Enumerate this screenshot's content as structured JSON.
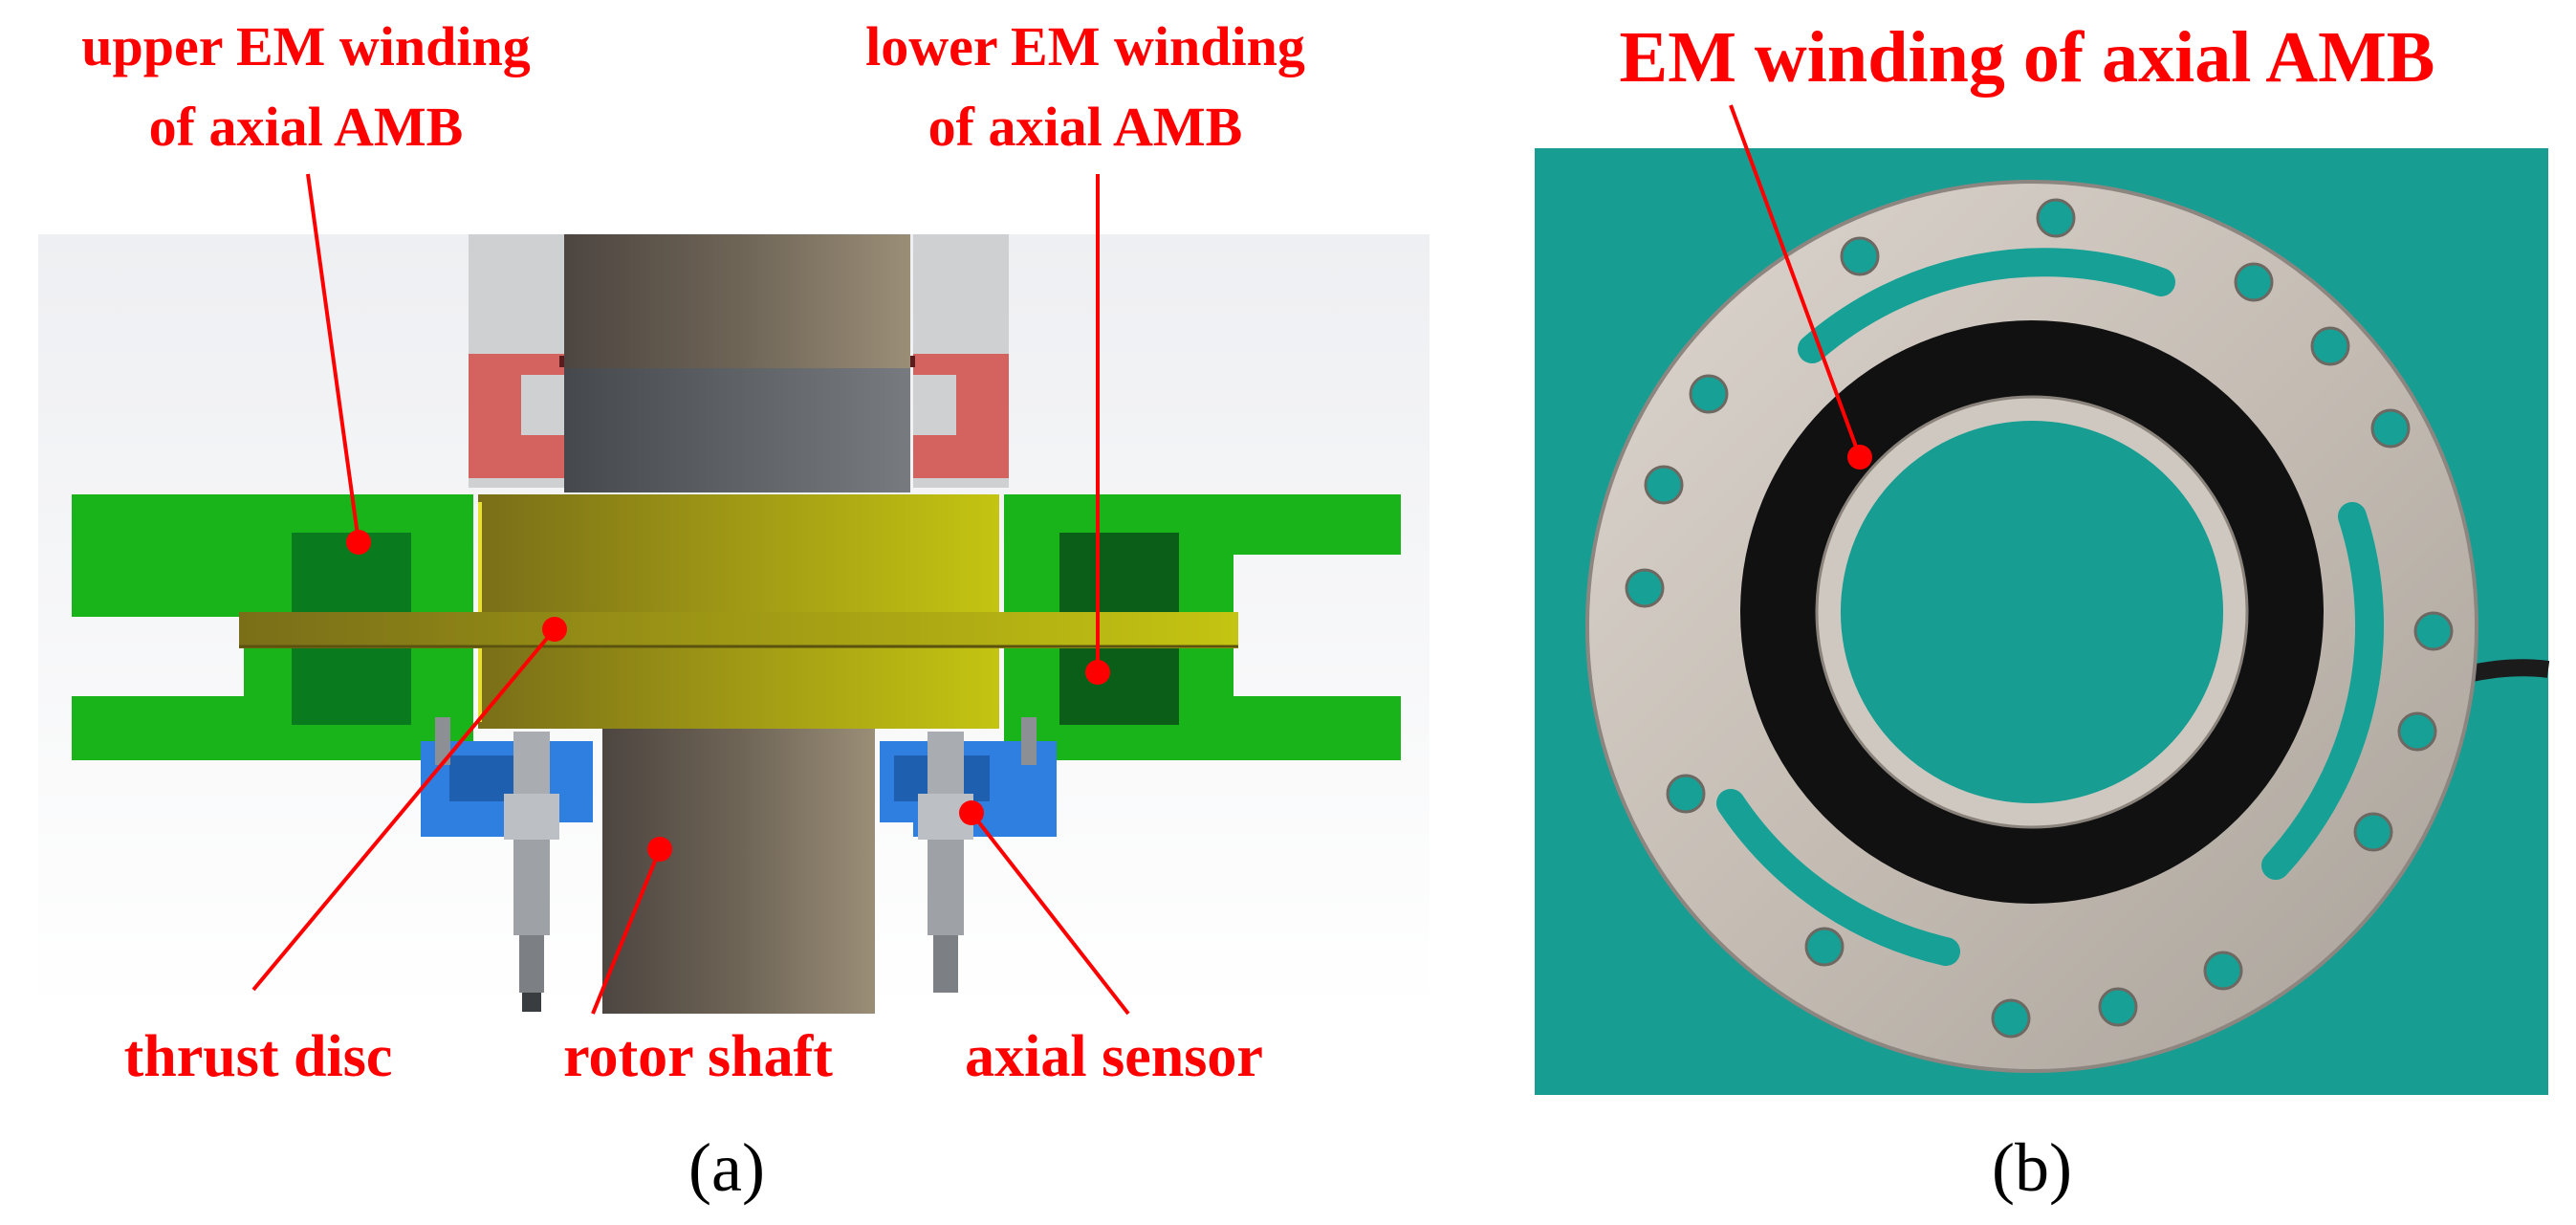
{
  "panel_a": {
    "caption": "(a)",
    "labels": {
      "upper_winding_line1": "upper EM winding",
      "upper_winding_line2": "of axial AMB",
      "lower_winding_line1": "lower EM winding",
      "lower_winding_line2": "of axial AMB",
      "thrust_disc": "thrust disc",
      "rotor_shaft": "rotor shaft",
      "axial_sensor": "axial sensor"
    }
  },
  "panel_b": {
    "caption": "(b)",
    "labels": {
      "em_winding": "EM winding of axial AMB"
    }
  },
  "colors": {
    "annotation": "#ff0000",
    "stator": "#19b419",
    "winding": "#0a7a1e",
    "thrust_disc": "#a8a61a",
    "shaft": "#7e7264",
    "sensor_holder": "#2e7fe0",
    "bearing_red": "#d4625e",
    "photo_background": "#1aa89c",
    "plate": "#c9c2ba",
    "winding_ring": "#111111"
  }
}
